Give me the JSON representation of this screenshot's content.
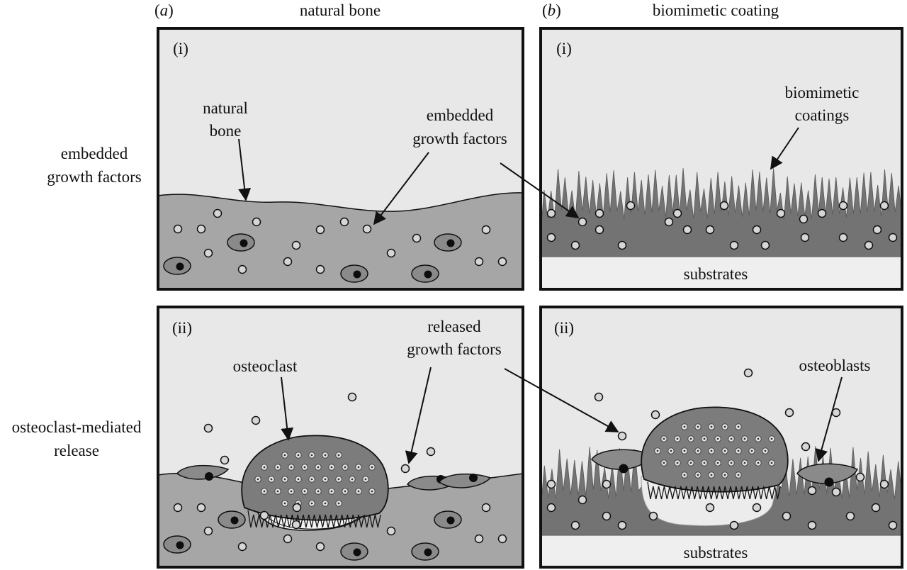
{
  "columns": [
    {
      "letter": "a",
      "title": "natural bone"
    },
    {
      "letter": "b",
      "title": "biomimetic coating"
    }
  ],
  "rows": [
    {
      "label_lines": [
        "embedded",
        "growth factors"
      ]
    },
    {
      "label_lines": [
        "osteoclast-mediated",
        "release"
      ]
    }
  ],
  "panels": {
    "a_i": {
      "numeral": "(i)"
    },
    "b_i": {
      "numeral": "(i)"
    },
    "a_ii": {
      "numeral": "(ii)"
    },
    "b_ii": {
      "numeral": "(ii)"
    }
  },
  "annotations": {
    "natural_bone": [
      "natural",
      "bone"
    ],
    "embedded_gf": [
      "embedded",
      "growth factors"
    ],
    "biomimetic_coatings": [
      "biomimetic",
      "coatings"
    ],
    "substrates_top": "substrates",
    "substrates_bottom": "substrates",
    "osteoclast": "osteoclast",
    "released_gf": [
      "released",
      "growth factors"
    ],
    "osteoblasts": "osteoblasts"
  },
  "colors": {
    "background": "#e8e8e8",
    "bone": "#a6a6a6",
    "coating": "#737373",
    "substrate": "#efefef",
    "outline": "#111111",
    "cell_fill": "#8a8a8a",
    "nucleus": "#0d0d0d",
    "growth_factor": "#d6d6d6"
  }
}
